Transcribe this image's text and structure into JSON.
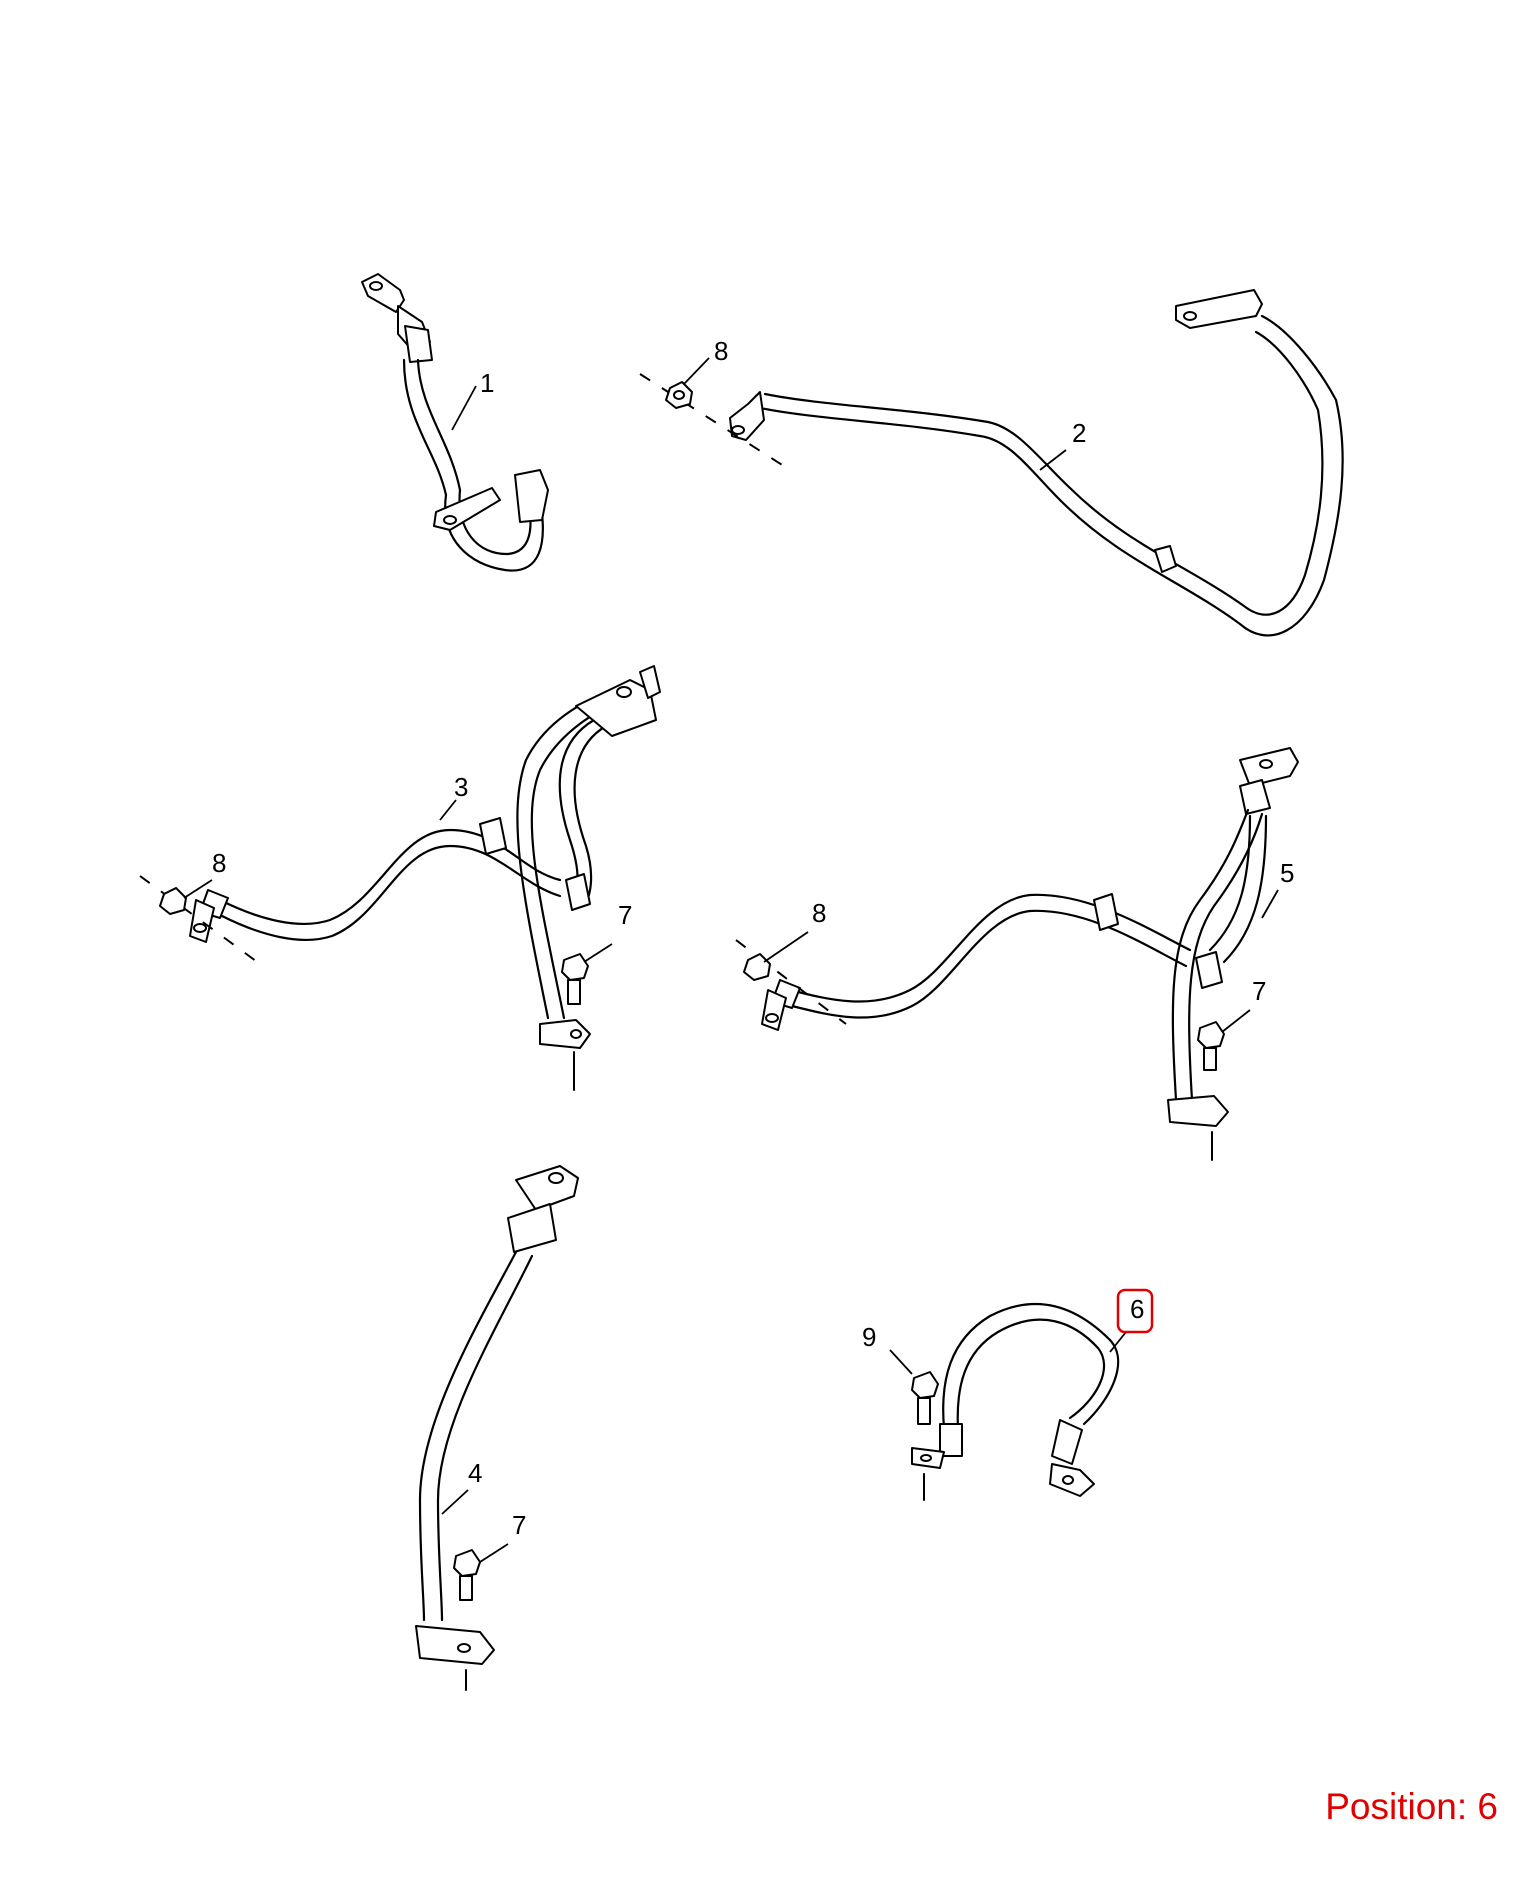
{
  "callouts": {
    "c1": "1",
    "c2": "2",
    "c3": "3",
    "c4": "4",
    "c5": "5",
    "c6": "6",
    "c7a": "7",
    "c7b": "7",
    "c7c": "7",
    "c8a": "8",
    "c8b": "8",
    "c8c": "8",
    "c9": "9"
  },
  "highlighted_callout": "6",
  "highlight_color": "#e00000",
  "position_label": "Position: 6"
}
